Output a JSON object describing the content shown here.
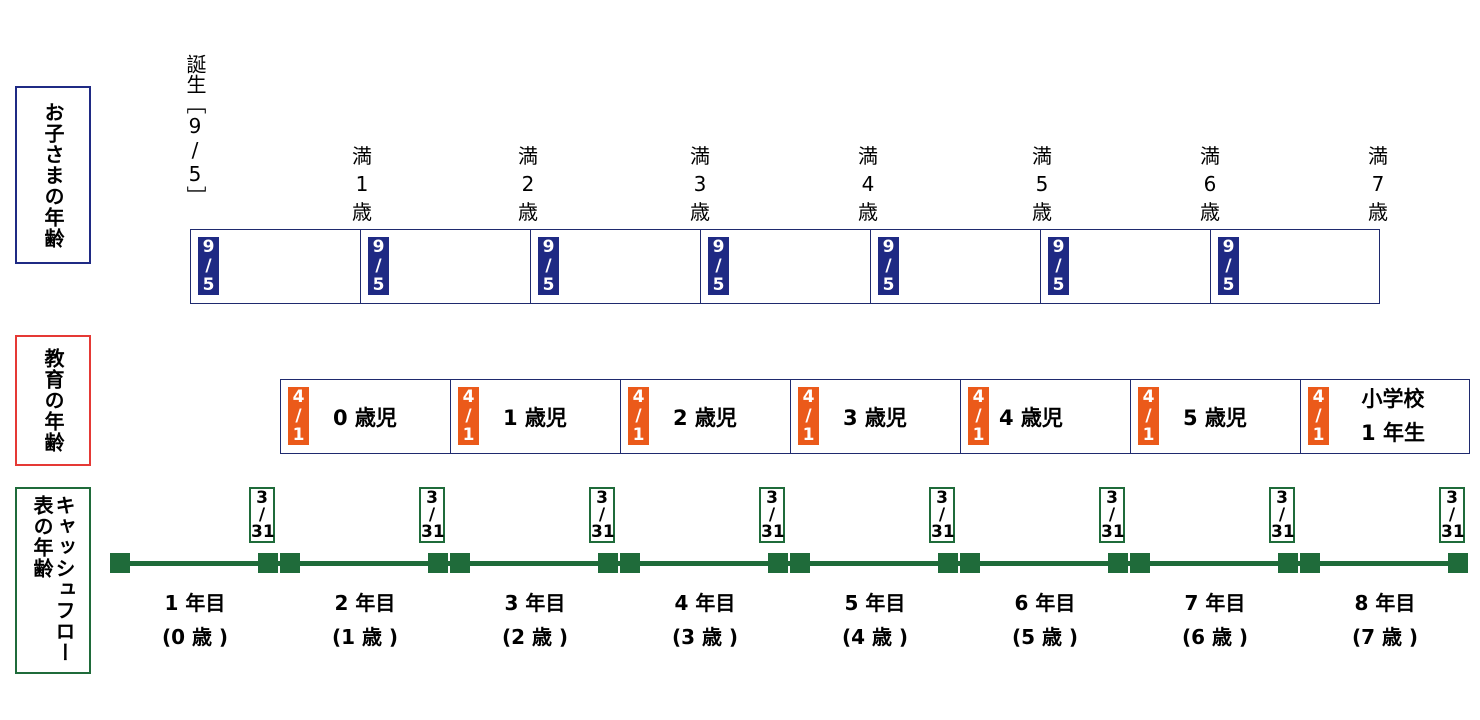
{
  "row_labels": {
    "child_age": "お子さまの年齢",
    "education_age": "教育の年齢",
    "cashflow_age": "キャッシュフロー表の年齢"
  },
  "birth_label": "誕生［9/5］",
  "ages": [
    {
      "kanji": "満",
      "num": "1",
      "unit": "歳"
    },
    {
      "kanji": "満",
      "num": "2",
      "unit": "歳"
    },
    {
      "kanji": "満",
      "num": "3",
      "unit": "歳"
    },
    {
      "kanji": "満",
      "num": "4",
      "unit": "歳"
    },
    {
      "kanji": "満",
      "num": "5",
      "unit": "歳"
    },
    {
      "kanji": "満",
      "num": "6",
      "unit": "歳"
    },
    {
      "kanji": "満",
      "num": "7",
      "unit": "歳"
    }
  ],
  "birthday_badge": {
    "top": "9",
    "slash": "/",
    "bottom": "5"
  },
  "school_badge": {
    "top": "4",
    "slash": "/",
    "bottom": "1"
  },
  "education": [
    {
      "label": "0 歳児"
    },
    {
      "label": "1 歳児"
    },
    {
      "label": "2 歳児"
    },
    {
      "label": "3 歳児"
    },
    {
      "label": "4 歳児"
    },
    {
      "label": "5 歳児"
    },
    {
      "line1": "小学校",
      "line2": "1 年生"
    }
  ],
  "fiscal_mark": {
    "top": "3",
    "slash": "/",
    "bottom": "31"
  },
  "years": [
    {
      "year": "1 年目",
      "age": "(0 歳 )"
    },
    {
      "year": "2 年目",
      "age": "(1 歳 )"
    },
    {
      "year": "3 年目",
      "age": "(2 歳 )"
    },
    {
      "year": "4 年目",
      "age": "(3 歳 )"
    },
    {
      "year": "5 年目",
      "age": "(4 歳 )"
    },
    {
      "year": "6 年目",
      "age": "(5 歳 )"
    },
    {
      "year": "7 年目",
      "age": "(6 歳 )"
    },
    {
      "year": "8 年目",
      "age": "(7 歳 )"
    }
  ],
  "colors": {
    "navy": "#1f2a84",
    "red": "#e53935",
    "green": "#1f6b3a",
    "orange": "#eb5a1a"
  }
}
